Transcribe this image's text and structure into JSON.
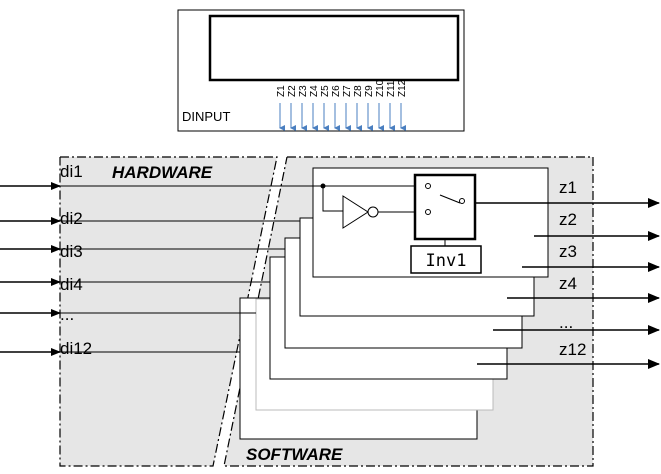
{
  "module": {
    "label": "DINPUT",
    "pins": [
      "Z1",
      "Z2",
      "Z3",
      "Z4",
      "Z5",
      "Z6",
      "Z7",
      "Z8",
      "Z9",
      "Z10",
      "Z11",
      "Z12"
    ]
  },
  "sections": {
    "hardware": "HARDWARE",
    "software": "SOFTWARE"
  },
  "inputs": [
    "di1",
    "di2",
    "di3",
    "di4",
    "...",
    "di12"
  ],
  "outputs": [
    "z1",
    "z2",
    "z3",
    "z4",
    "...",
    "z12"
  ],
  "block": {
    "inverter_label": "Inv1"
  },
  "colors": {
    "background_region": "#e6e6e6",
    "pin_arrow": "#4a7fc0"
  }
}
